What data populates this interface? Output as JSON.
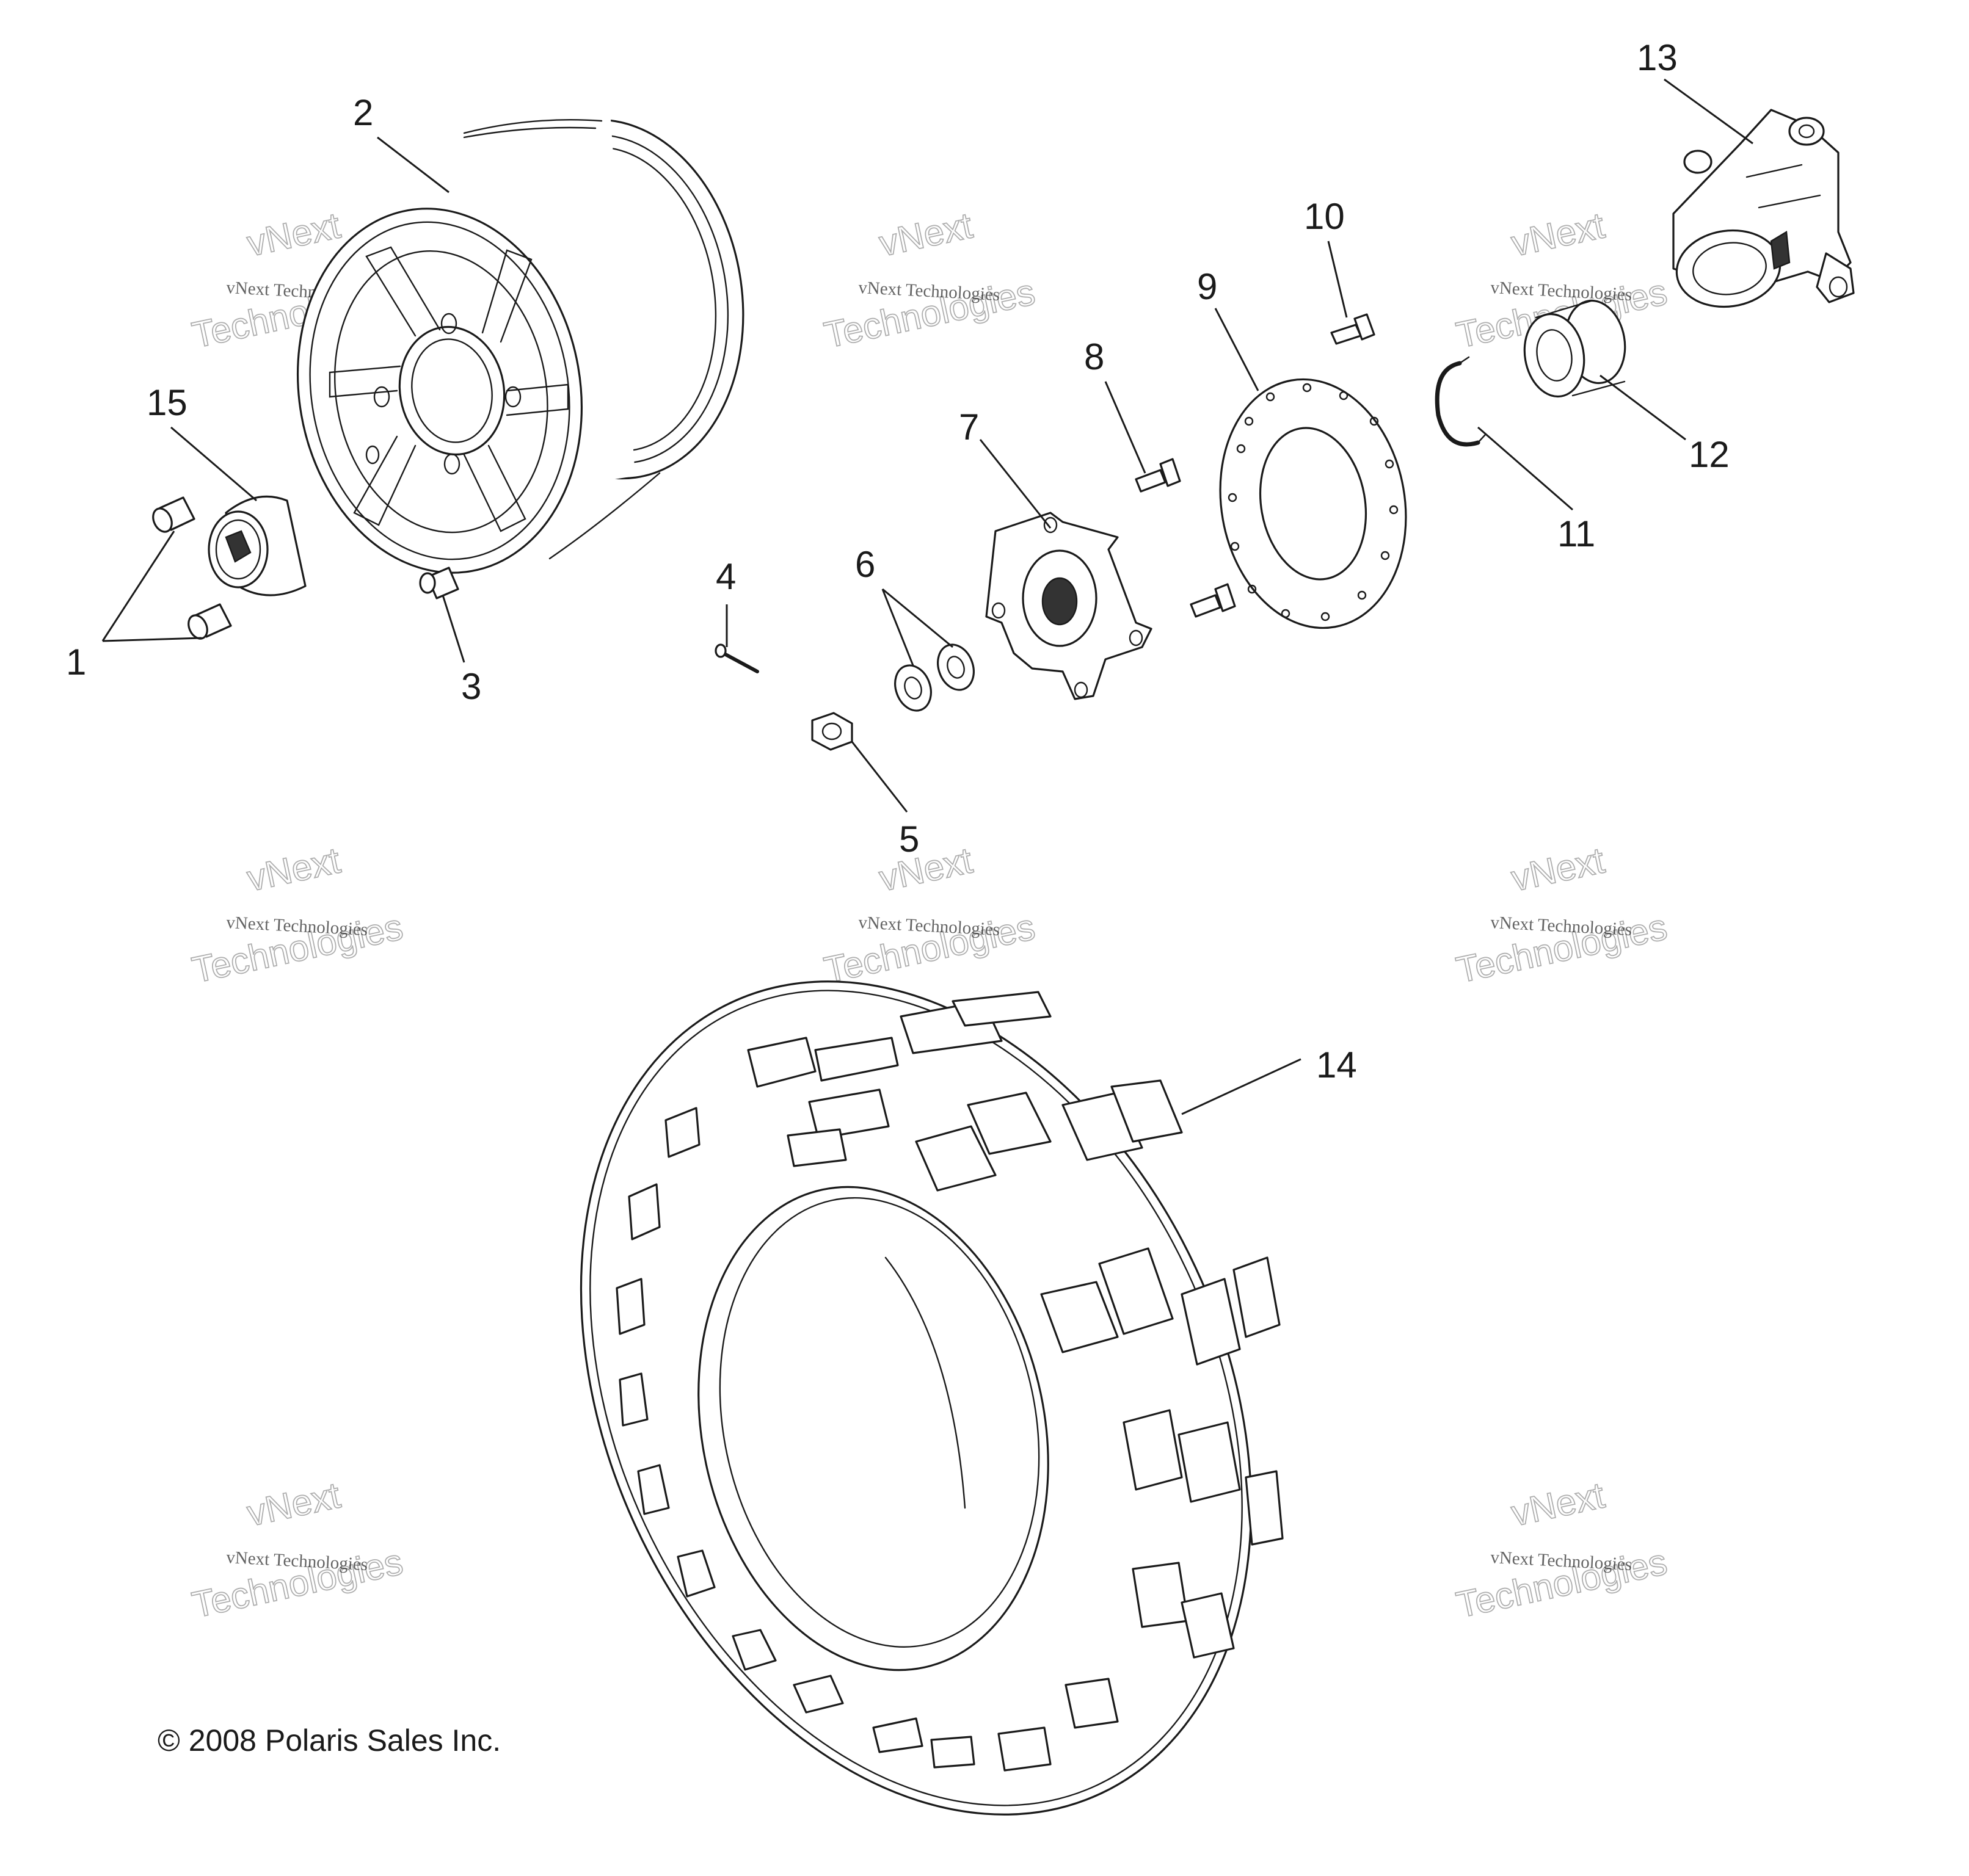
{
  "callouts": [
    "1",
    "2",
    "3",
    "4",
    "5",
    "6",
    "7",
    "8",
    "9",
    "10",
    "11",
    "12",
    "13",
    "14",
    "15"
  ],
  "copyright": "© 2008 Polaris Sales Inc.",
  "watermark": {
    "line1": "vNext Technologies",
    "line2": "vNext",
    "line3": "Technologies"
  }
}
